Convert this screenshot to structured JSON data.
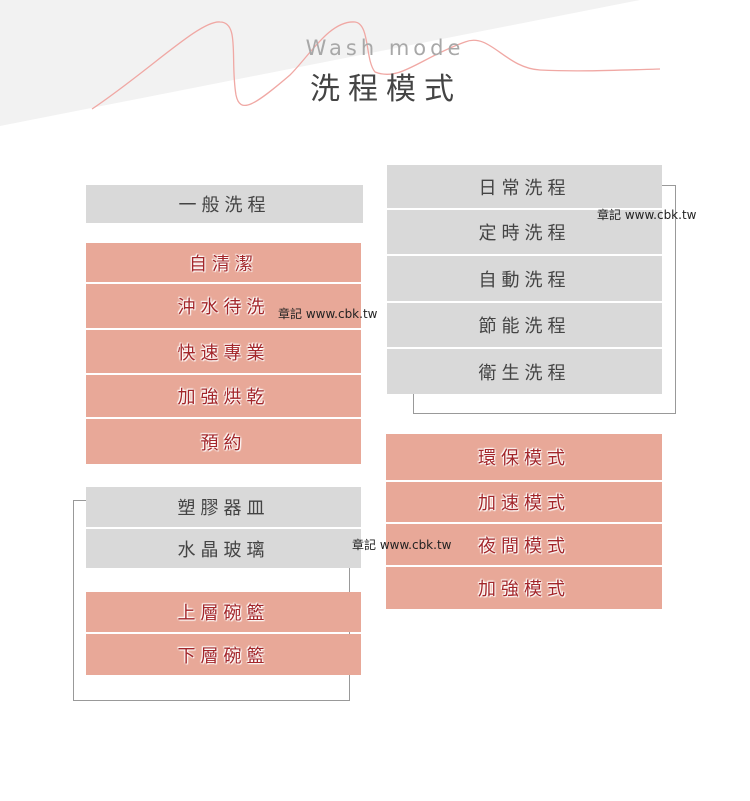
{
  "header": {
    "title_en": "Wash mode",
    "title_zh": "洗程模式"
  },
  "left": {
    "general": "一般洗程",
    "options": [
      "自清潔",
      "沖水待洗",
      "快速專業",
      "加強烘乾",
      "預約"
    ],
    "materials": [
      "塑膠器皿",
      "水晶玻璃"
    ],
    "baskets": [
      "上層碗籃",
      "下層碗籃"
    ]
  },
  "right": {
    "programs": [
      "日常洗程",
      "定時洗程",
      "自動洗程",
      "節能洗程",
      "衛生洗程"
    ],
    "modes": [
      "環保模式",
      "加速模式",
      "夜間模式",
      "加強模式"
    ]
  },
  "watermark": "章記 www.cbk.tw",
  "colors": {
    "salmon": "#e8a898",
    "gray": "#d9d9d9",
    "text_red": "#a3262a"
  }
}
